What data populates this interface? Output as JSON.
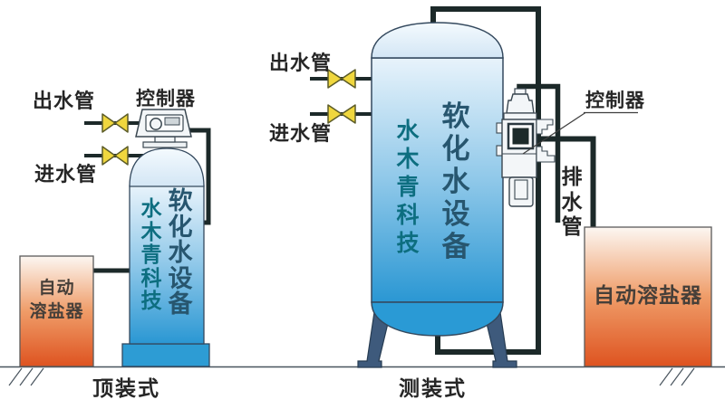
{
  "scene": {
    "left_unit": {
      "outlet_label": "出水管",
      "inlet_label": "进水管",
      "controller_label": "控制器",
      "salt_box_text": "自动\n溶盐器",
      "tank_text_product": "软化水设备",
      "tank_text_brand": "水木青科技",
      "type_label": "顶装式"
    },
    "right_unit": {
      "outlet_label": "出水管",
      "inlet_label": "进水管",
      "controller_label": "控制器",
      "drain_label": "排水管",
      "salt_box_text": "自动溶盐器",
      "tank_text_product": "软化水设备",
      "tank_text_brand": "水木青科技",
      "type_label": "测装式"
    },
    "colors": {
      "pipe": "#1c2929",
      "valve_fill": "#f0d73e",
      "tank_blue_top": "#e8f3fb",
      "tank_blue_bottom": "#2a97d3",
      "pedestal_blue": "#2d9cd4",
      "leg_blue": "#3e5a7c",
      "salt_box_orange": "#de5320",
      "brand_text_teal": "#0d6e80",
      "product_text_blue": "#27566f",
      "label_text": "#262626"
    }
  }
}
